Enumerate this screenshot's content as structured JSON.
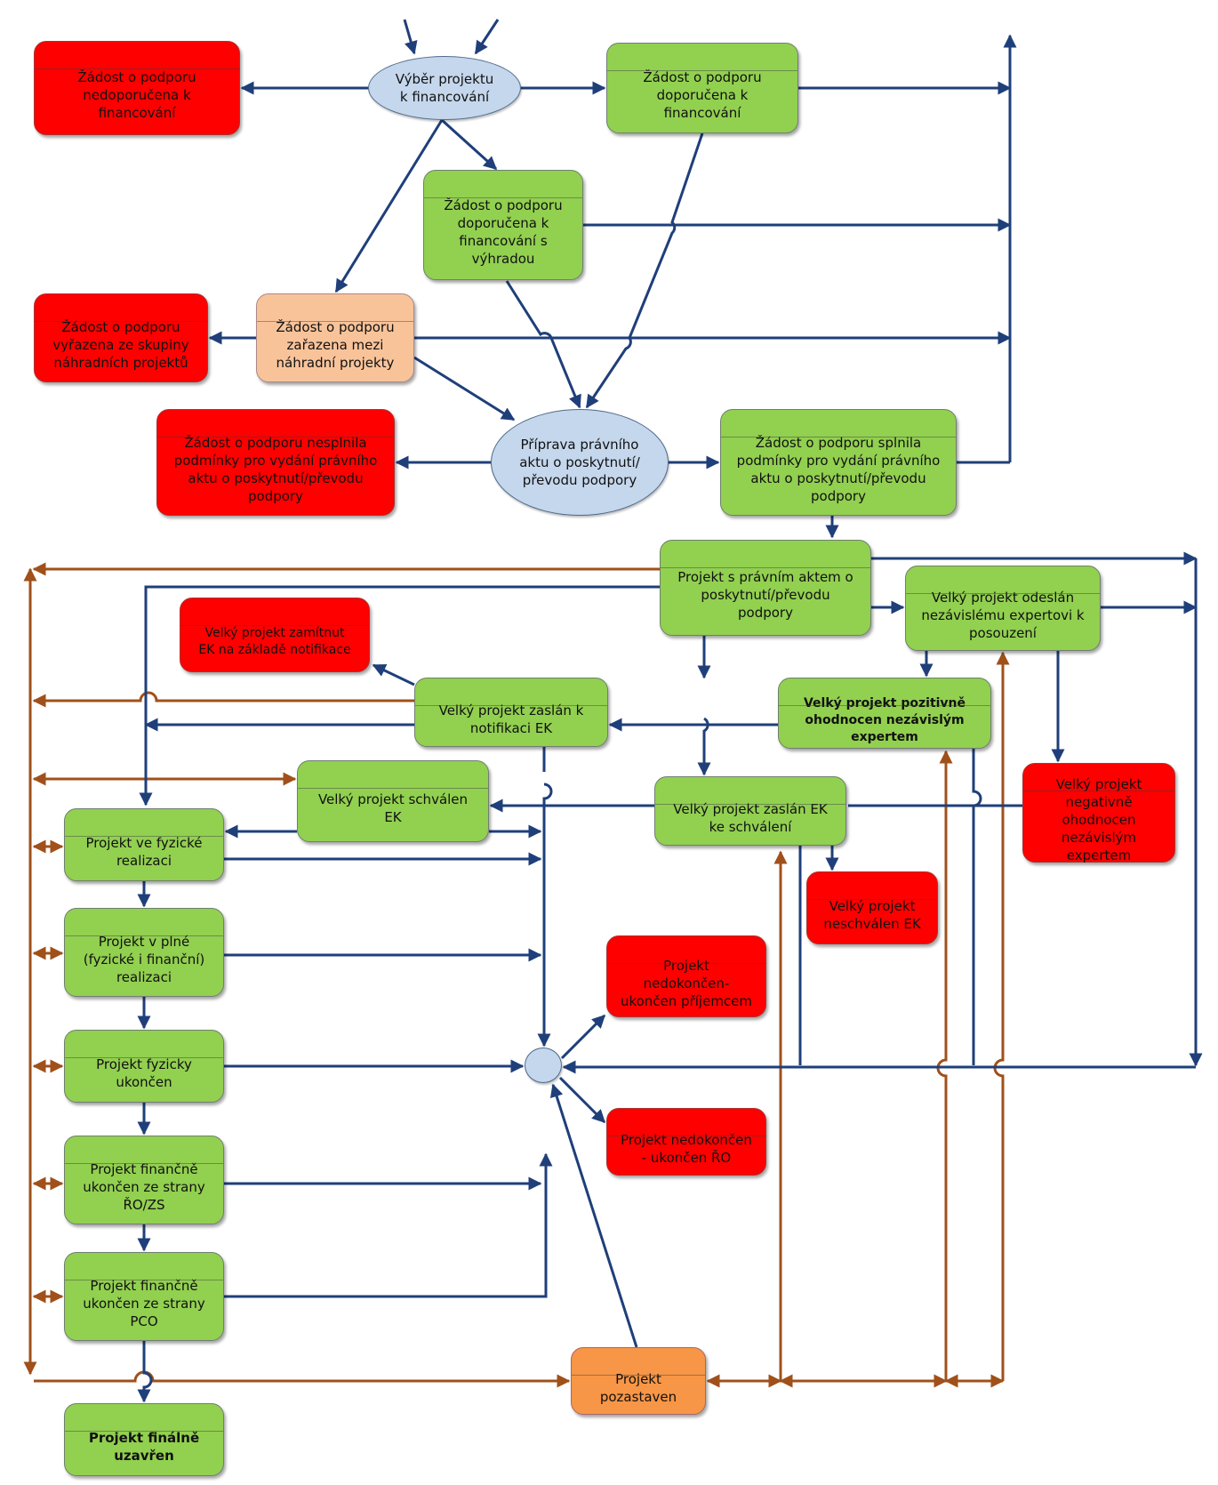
{
  "colors": {
    "approved_green": "#92d050",
    "rejected_red": "#ff0000",
    "substitute_peach": "#f9c39a",
    "suspended_orange": "#f79646",
    "decision_blue": "#c5d7ec",
    "flow_arrow_navy": "#1f3f7a",
    "suspension_arrow_brown": "#a0501a"
  },
  "diagram": {
    "selection": "Výběr projektu\nk financování",
    "not_recommended": "Žádost o podporu\nnedoporučena k\nfinancování",
    "recommended": "Žádost o podporu\ndoporučena k\nfinancování",
    "recommended_reservation": "Žádost o podporu\ndoporučena k\nfinancování s\nvýhradou",
    "excluded_substitutes": "Žádost o podporu\nvyřazena ze skupiny\nnáhradních projektů",
    "substitute": "Žádost o podporu\nzařazena mezi\nnáhradní projekty",
    "legal_act_prep": "Příprava právního\naktu o poskytnutí/\npřevodu podpory",
    "conditions_not_met": "Žádost o podporu nesplnila\npodmínky pro vydání právního\naktu o poskytnutí/převodu\npodpory",
    "conditions_met": "Žádost o podporu splnila\npodmínky pro vydání právního\naktu o poskytnutí/převodu\npodpory",
    "project_legal_act": "Projekt s právním aktem o\nposkytnutí/převodu\npodpory",
    "sent_to_expert": "Velký projekt odeslán\nnezávislému expertovi k\nposouzení",
    "rejected_notification": "Velký projekt zamítnut\nEK na základě notifikace",
    "sent_notification": "Velký projekt zaslán k\nnotifikaci EK",
    "positive_expert": "Velký projekt pozitivně\nohodnocen nezávislým\nexpertem",
    "negative_expert": "Velký projekt\nnegativně ohodnocen\nnezávislým\nexpertem",
    "approved_ec": "Velký projekt schválen\nEK",
    "sent_for_approval": "Velký projekt zaslán EK\nke schválení",
    "not_approved_ec": "Velký projekt\nneschválen EK",
    "physical_realization": "Projekt ve fyzické\nrealizaci",
    "full_realization": "Projekt v plné\n(fyzické i finanční)\nrealizaci",
    "unfinished_beneficiary": "Projekt\nnedokončen-\nukončen příjemcem",
    "physically_finished": "Projekt fyzicky\nukončen",
    "unfinished_ro": "Projekt nedokončen\n- ukončen ŘO",
    "financially_finished_ro": "Projekt finančně\nukončen ze strany\nŘO/ZS",
    "financially_finished_pco": "Projekt finančně\nukončen ze strany\nPCO",
    "suspended": "Projekt\npozastaven",
    "finally_closed": "Projekt finálně\nuzavřen"
  }
}
